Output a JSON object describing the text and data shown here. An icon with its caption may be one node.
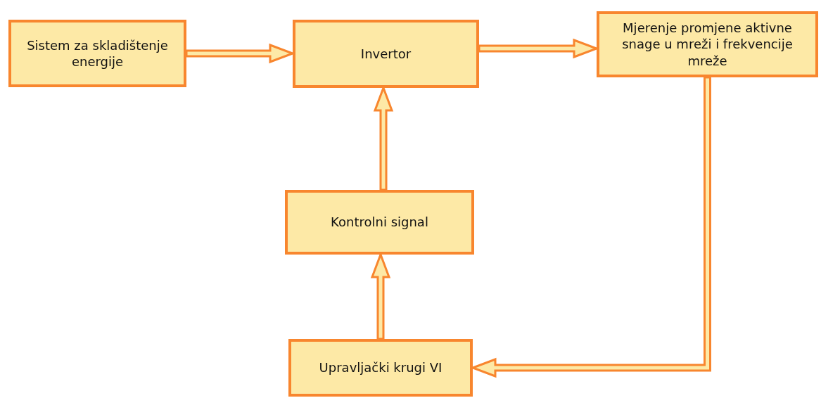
{
  "diagram": {
    "nodes": [
      {
        "text": [
          "Sistem za skladištenje energije"
        ]
      },
      {
        "text": [
          "Invertor"
        ]
      },
      {
        "text": [
          "Mjerenje promjene aktivne snage u mreži i frekvencije mreže"
        ]
      },
      {
        "text": [
          "Kontrolni signal"
        ]
      },
      {
        "text": [
          "Upravljački krugi VI"
        ]
      }
    ],
    "edges": [
      {
        "from": 0,
        "to": 1,
        "arrow": "to"
      },
      {
        "from": 1,
        "to": 2,
        "arrow": "to"
      },
      {
        "from": 3,
        "to": 1,
        "arrow": "to"
      },
      {
        "from": 4,
        "to": 3,
        "arrow": "to"
      },
      {
        "from": 2,
        "to": 4,
        "arrow": "to"
      }
    ]
  }
}
